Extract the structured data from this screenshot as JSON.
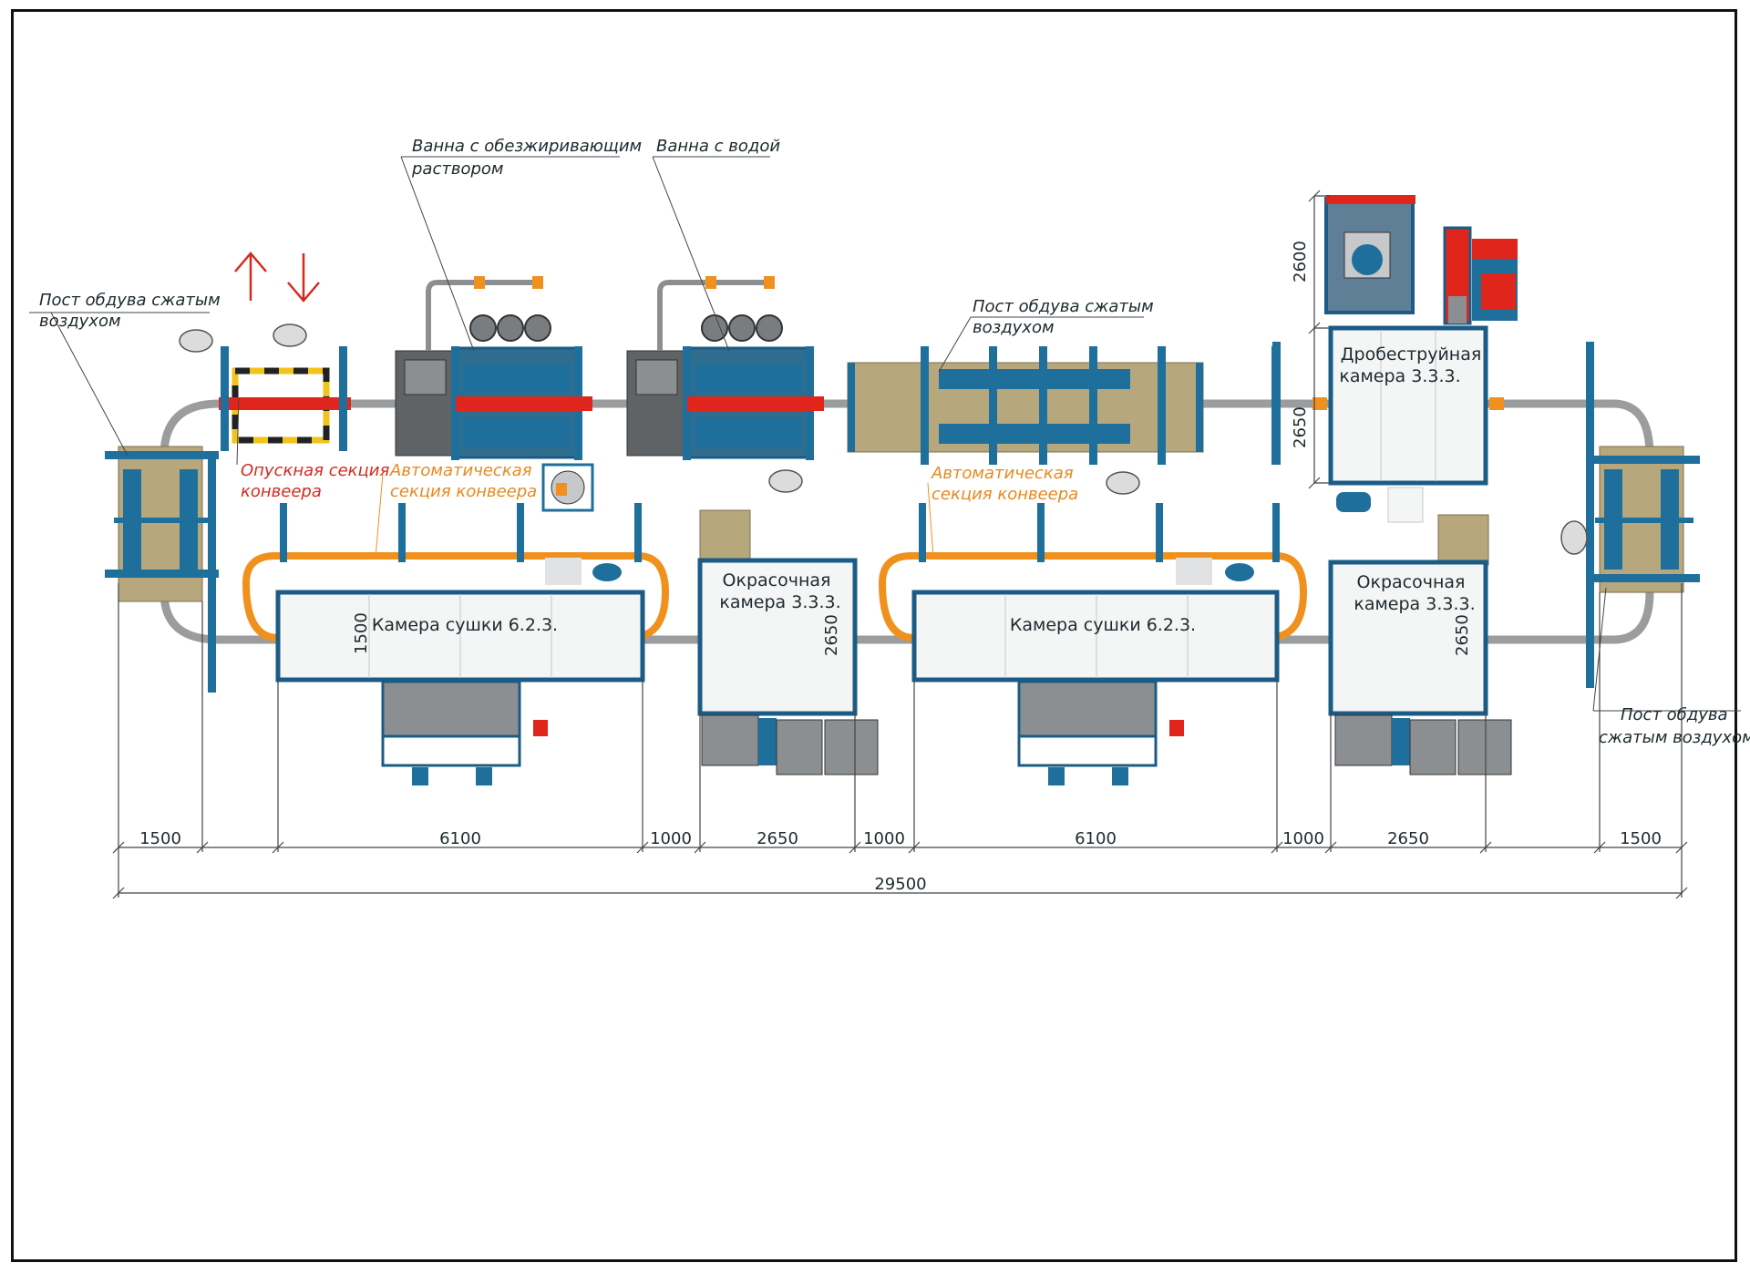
{
  "colors": {
    "blue": "#1f6f9c",
    "frame_blue": "#1b5c86",
    "red": "#e0261c",
    "orange": "#f0911e",
    "yellow": "#f2c31a",
    "grey": "#8c8f91",
    "tan": "#b7a77c",
    "white_box": "#f4f5f5"
  },
  "labels": {
    "blowoff_left": [
      "Пост обдува сжатым",
      "воздухом"
    ],
    "degrease_bath": [
      "Ванна с обезжиривающим",
      "раствором"
    ],
    "water_bath": "Ванна с водой",
    "blowoff_middle": [
      "Пост обдува сжатым",
      "воздухом"
    ],
    "lowering_section": [
      "Опускная секция",
      "конвеера"
    ],
    "auto_section_1": [
      "Автоматическая",
      "секция конвеера"
    ],
    "auto_section_2": [
      "Автоматическая",
      "секция конвеера"
    ],
    "blowoff_right": [
      "Пост обдува",
      "сжатым воздухом"
    ]
  },
  "equipment": {
    "dryer_1": "Камера сушки 6.2.3.",
    "dryer_2": "Камера сушки 6.2.3.",
    "paint_1": [
      "Окрасочная",
      "камера 3.3.3."
    ],
    "paint_2": [
      "Окрасочная",
      "камера 3.3.3."
    ],
    "shotblast": [
      "Дробеструйная",
      "камера 3.3.3."
    ]
  },
  "vertical_dims": {
    "dryer_depth": "1500",
    "paint_1_depth": "2650",
    "paint_2_depth": "2650",
    "shotblast_depth": "2650",
    "shotblast_unit": "2600"
  },
  "dimensions": {
    "row": [
      "1500",
      "6100",
      "1000",
      "2650",
      "1000",
      "6100",
      "1000",
      "2650",
      "1500"
    ],
    "total": "29500"
  }
}
